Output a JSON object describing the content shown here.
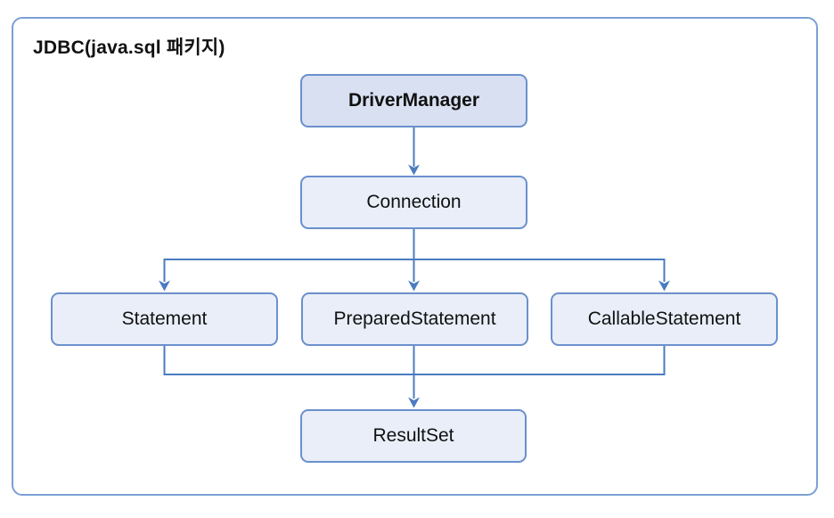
{
  "diagram": {
    "title": "JDBC(java.sql 패키지)",
    "nodes": {
      "driver_manager": {
        "label": "DriverManager",
        "style": "emphasized-root"
      },
      "connection": {
        "label": "Connection"
      },
      "statement": {
        "label": "Statement"
      },
      "prepared_statement": {
        "label": "PreparedStatement"
      },
      "callable_statement": {
        "label": "CallableStatement"
      },
      "result_set": {
        "label": "ResultSet"
      }
    },
    "edges": [
      {
        "from": "DriverManager",
        "to": "Connection"
      },
      {
        "from": "Connection",
        "to": "Statement"
      },
      {
        "from": "Connection",
        "to": "PreparedStatement"
      },
      {
        "from": "Connection",
        "to": "CallableStatement"
      },
      {
        "from": "Statement",
        "to": "ResultSet"
      },
      {
        "from": "PreparedStatement",
        "to": "ResultSet"
      },
      {
        "from": "CallableStatement",
        "to": "ResultSet"
      }
    ],
    "colors": {
      "frame_border": "#7ba0d4",
      "node_border": "#6b90cc",
      "node_fill": "#e9eef9",
      "root_node_fill": "#d8e0f2",
      "connector": "#4a7cc0",
      "text": "#111111",
      "bg": "#ffffff"
    }
  }
}
